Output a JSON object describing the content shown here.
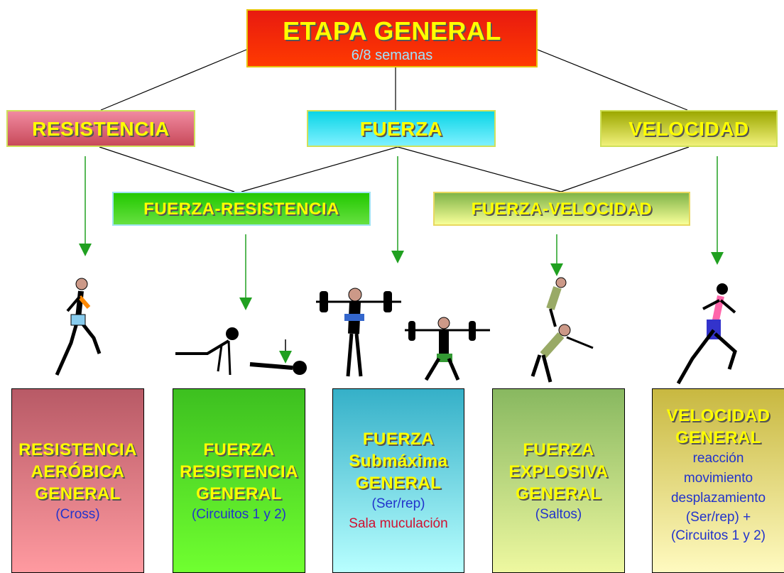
{
  "header": {
    "title": "ETAPA GENERAL",
    "subtitle": "6/8 semanas"
  },
  "categories": {
    "resistencia": "RESISTENCIA",
    "fuerza": "FUERZA",
    "velocidad": "VELOCIDAD"
  },
  "subcategories": {
    "fuerza_resistencia": "FUERZA-RESISTENCIA",
    "fuerza_velocidad": "FUERZA-VELOCIDAD"
  },
  "bottom_boxes": [
    {
      "title": [
        "RESISTENCIA",
        "AERÓBICA",
        "GENERAL"
      ],
      "note": "(Cross)"
    },
    {
      "title": [
        "FUERZA",
        "RESISTENCIA",
        "GENERAL"
      ],
      "note": "(Circuitos 1 y 2)"
    },
    {
      "title": [
        "FUERZA",
        "Submáxima",
        "GENERAL"
      ],
      "note": "(Ser/rep)",
      "extra": "Sala muculación"
    },
    {
      "title": [
        "FUERZA",
        "EXPLOSIVA",
        "GENERAL"
      ],
      "note": "(Saltos)"
    },
    {
      "title": [
        "VELOCIDAD",
        "GENERAL"
      ],
      "details": [
        "reacción",
        "movimiento",
        "desplazamiento"
      ],
      "note": "(Ser/rep) +",
      "note2": "(Circuitos 1 y 2)"
    }
  ],
  "colors": {
    "title_text": "#ffff00",
    "arrow": "#20a020",
    "line": "#000000"
  },
  "icons": [
    "runner-icon",
    "push-up-icon",
    "weightlifter-icon",
    "squat-icon",
    "jump-icon",
    "sprinter-icon"
  ]
}
